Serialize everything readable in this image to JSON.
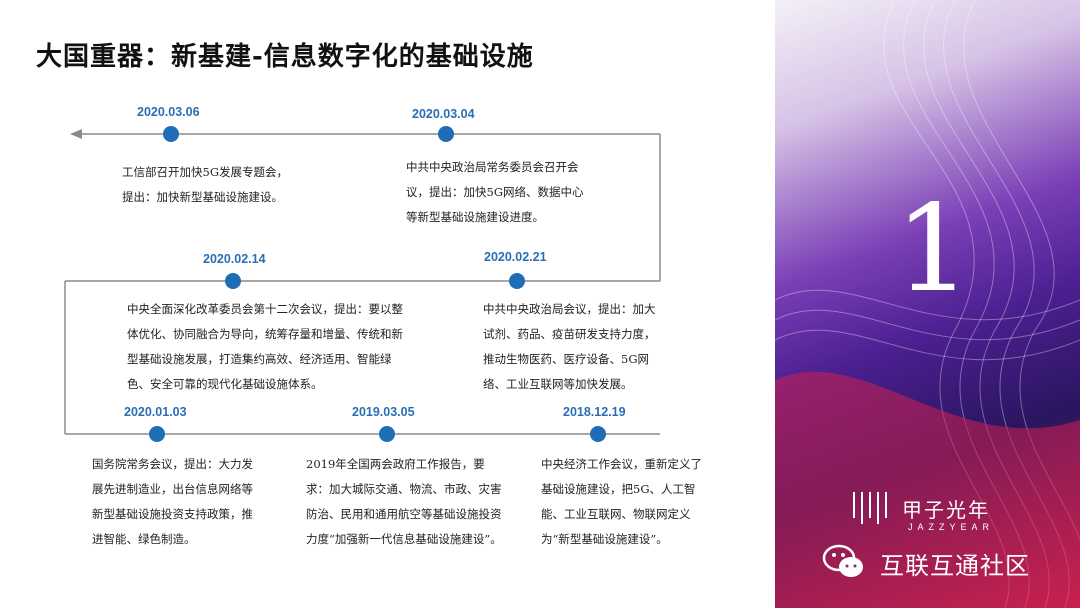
{
  "slide": {
    "title": "大国重器：新基建-信息数字化的基础设施",
    "number": "1"
  },
  "events": [
    {
      "date": "2020.03.06",
      "text": "工信部召开加快5G发展专题会，提出：加快新型基础设施建设。"
    },
    {
      "date": "2020.03.04",
      "text": "中共中央政治局常务委员会召开会议，提出：加快5G网络、数据中心等新型基础设施建设进度。"
    },
    {
      "date": "2020.02.14",
      "text": "中央全面深化改革委员会第十二次会议，提出：要以整体优化、协同融合为导向，统筹存量和增量、传统和新型基础设施发展，打造集约高效、经济适用、智能绿色、安全可靠的现代化基础设施体系。"
    },
    {
      "date": "2020.02.21",
      "text": "中共中央政治局会议，提出：加大试剂、药品、疫苗研发支持力度，推动生物医药、医疗设备、5G网络、工业互联网等加快发展。"
    },
    {
      "date": "2020.01.03",
      "text": "国务院常务会议，提出：大力发展先进制造业，出台信息网络等新型基础设施投资支持政策，推进智能、绿色制造。"
    },
    {
      "date": "2019.03.05",
      "text": "2019年全国两会政府工作报告，要求：加大城际交通、物流、市政、灾害防治、民用和通用航空等基础设施投资力度“加强新一代信息基础设施建设”。"
    },
    {
      "date": "2018.12.19",
      "text": "中央经济工作会议，重新定义了基础设施建设，把5G、人工智能、工业互联网、物联网定义为“新型基础设施建设”。"
    }
  ],
  "brand": {
    "name_cn": "甲子光年",
    "name_en": "JAZZYEAR"
  },
  "watermark": {
    "label": "互联互通社区",
    "icon": "wechat-icon"
  },
  "colors": {
    "timeline": "#8a8a8a",
    "dot": "#1f6db6",
    "date": "#2a6fb4",
    "panel_purple": "#4a1f8f",
    "panel_red": "#c0224e"
  }
}
